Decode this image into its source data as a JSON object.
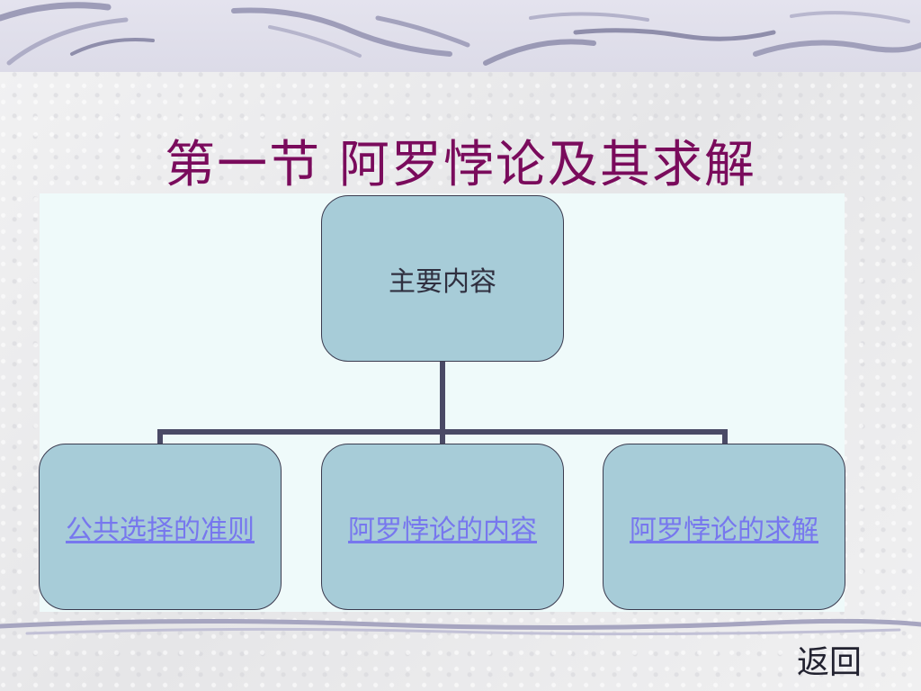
{
  "slide": {
    "title": "第一节  阿罗悖论及其求解",
    "return_label": "返回"
  },
  "diagram": {
    "root": "主要内容",
    "children": [
      "公共选择的准则",
      "阿罗悖论的内容",
      "阿罗悖论的求解"
    ]
  },
  "colors": {
    "title": "#7a0b5c",
    "node_fill": "#a7ccd8",
    "node_border": "#3b3b4f",
    "link": "#7777ee",
    "connector": "#4a4a66",
    "panel": "#effafa"
  }
}
